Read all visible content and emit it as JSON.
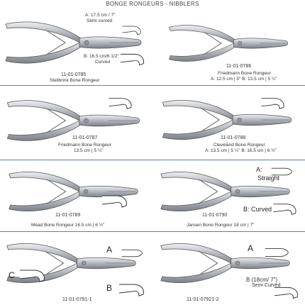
{
  "page_title": "BONGE RONGEURS - NIBBLERS",
  "products": [
    {
      "code": "11-01-0785",
      "name": "Stellbrink Bone Rongeur",
      "variant_a": "A: 17.5 cm / 7\"",
      "variant_a_sub": "Semi curved",
      "variant_b": "B: 16.5 cm/6 1/2\"",
      "variant_b_sub": "Curved"
    },
    {
      "code": "11-01-0786",
      "name": "Friedmann Bone Rongeur",
      "size": "A: 12.5 cm | 5\" B: 13.5 cm | 5 ¼\""
    },
    {
      "code": "11-01-0787",
      "name": "Friedmann Bone Rongeur",
      "size": "13.5 cm | 5 ¼\""
    },
    {
      "code": "11-01-0788",
      "name": "Cleveland Bone Rongeur",
      "size": "A: 13.5 cm | 5 ¼\" B: 16.5 cm | 6 ½\""
    },
    {
      "code": "11-01-0789",
      "name": "Mead Bone Rongeur 16.5 cm | 6 ½\""
    },
    {
      "code": "11-01-0790",
      "name": "Jansen Bone Rongeur 18 cm | 7\"",
      "variant_a": "A:",
      "variant_a_sub": "Straight",
      "variant_b": "B: Curved"
    },
    {
      "code": "11-01-0791-1",
      "tip_a": "A",
      "tip_b": "B",
      "tip_c": "C"
    },
    {
      "code": "11-01-07921-2",
      "tip_a": "A",
      "tip_b": "B (18cm/ 7\")",
      "tip_b_sub": "Semi Curved"
    }
  ],
  "colors": {
    "separator": "#5a7fb0",
    "steel": "#b8bcc2",
    "steel_dark": "#6d7278"
  }
}
